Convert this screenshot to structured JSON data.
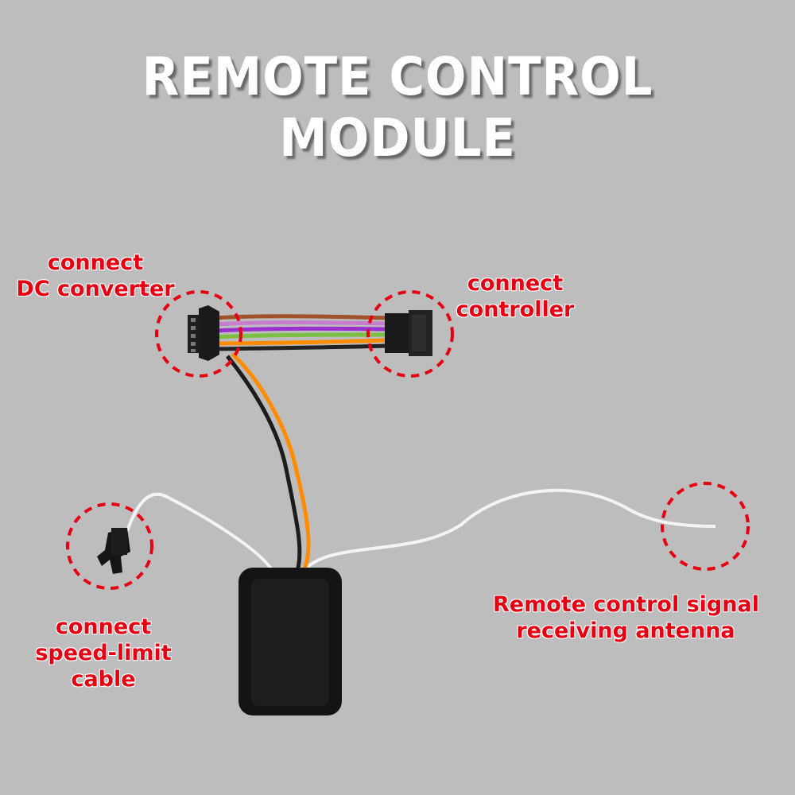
{
  "title": "REMOTE CONTROL MODULE",
  "labels": {
    "dc_converter": {
      "line1": "connect",
      "line2": "DC converter"
    },
    "controller": {
      "line1": "connect",
      "line2": "controller"
    },
    "speed_limit": {
      "line1": "connect",
      "line2": "speed-limit",
      "line3": "cable"
    },
    "antenna": {
      "line1": "Remote control signal",
      "line2": "receiving antenna"
    }
  },
  "colors": {
    "background": "#bdbdbd",
    "title": "#ffffff",
    "label": "#e60012",
    "callout_circle": "#e60012",
    "module_body": "#1a1a1a",
    "wires": [
      "#a0522d",
      "#c77dce",
      "#9b30d0",
      "#7bc043",
      "#ff8c00",
      "#222222"
    ]
  }
}
